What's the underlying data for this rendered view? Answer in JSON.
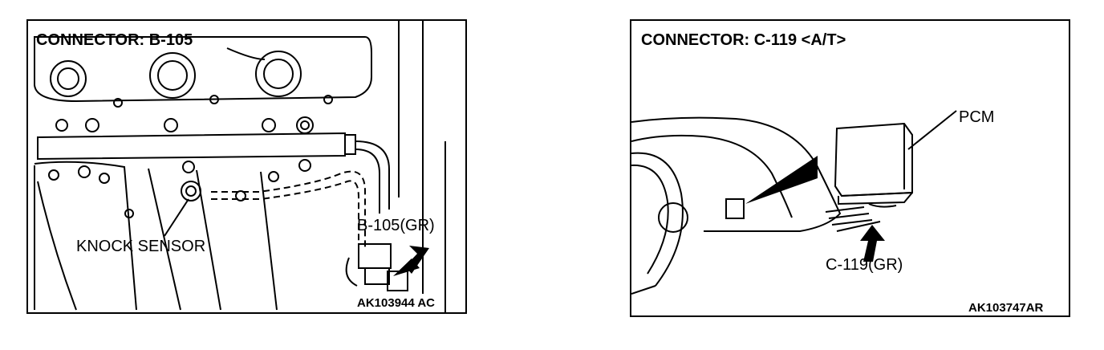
{
  "left_panel": {
    "title": "CONNECTOR: B-105",
    "connector_label": "B-105(GR)",
    "sensor_label": "KNOCK SENSOR",
    "figure_code": "AK103944 AC"
  },
  "right_panel": {
    "title": "CONNECTOR: C-119 <A/T>",
    "pcm_label": "PCM",
    "connector_label": "C-119(GR)",
    "figure_code": "AK103747AR"
  }
}
